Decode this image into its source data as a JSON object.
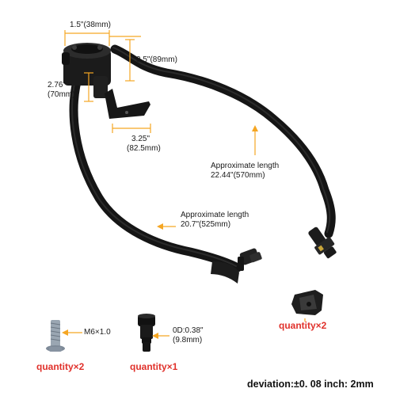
{
  "labels": {
    "dim_width": "1.5\"(38mm)",
    "dim_height_line1": "3.5\"(89mm)",
    "dim_side_line1": "2.76\"",
    "dim_side_line2": "(70mm)",
    "dim_bracket_line1": "3.25\"",
    "dim_bracket_line2": "(82.5mm)",
    "long_hose_line1": "Approximate length",
    "long_hose_line2": "22.44\"(570mm)",
    "short_hose_line1": "Approximate length",
    "short_hose_line2": "20.7\"(525mm)",
    "bolt_size": "M6×1.0",
    "fitting_line1": "0D:0.38\"",
    "fitting_line2": "(9.8mm)"
  },
  "quantities": {
    "clip": "quantity×2",
    "bolt": "quantity×2",
    "fitting": "quantity×1"
  },
  "footer": "deviation:±0. 08 inch: 2mm",
  "colors": {
    "accent": "#f5a623",
    "quantity_text": "#e0312b",
    "hose": "#151515"
  }
}
